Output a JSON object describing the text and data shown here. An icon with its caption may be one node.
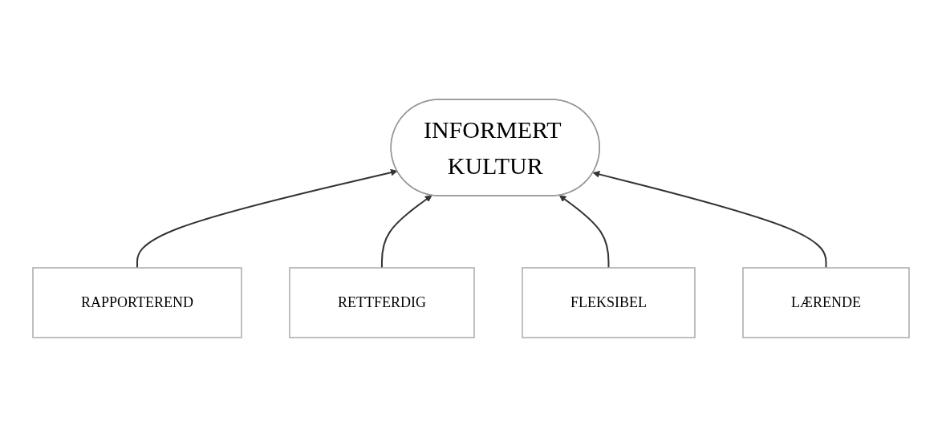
{
  "diagram": {
    "nodes": [
      {
        "text": [
          "INFORMERT KULTUR"
        ]
      },
      {
        "text": [
          "RAPPORTEREND"
        ]
      },
      {
        "text": [
          "RETTFERDIG"
        ]
      },
      {
        "text": [
          "FLEKSIBEL"
        ]
      },
      {
        "text": [
          "LÆRENDE"
        ]
      }
    ],
    "edges": [
      {
        "from": 1,
        "to": 0,
        "arrow": "to"
      },
      {
        "from": 2,
        "to": 0,
        "arrow": "to"
      },
      {
        "from": 3,
        "to": 0,
        "arrow": "to"
      },
      {
        "from": 4,
        "to": 0,
        "arrow": "to"
      }
    ]
  }
}
